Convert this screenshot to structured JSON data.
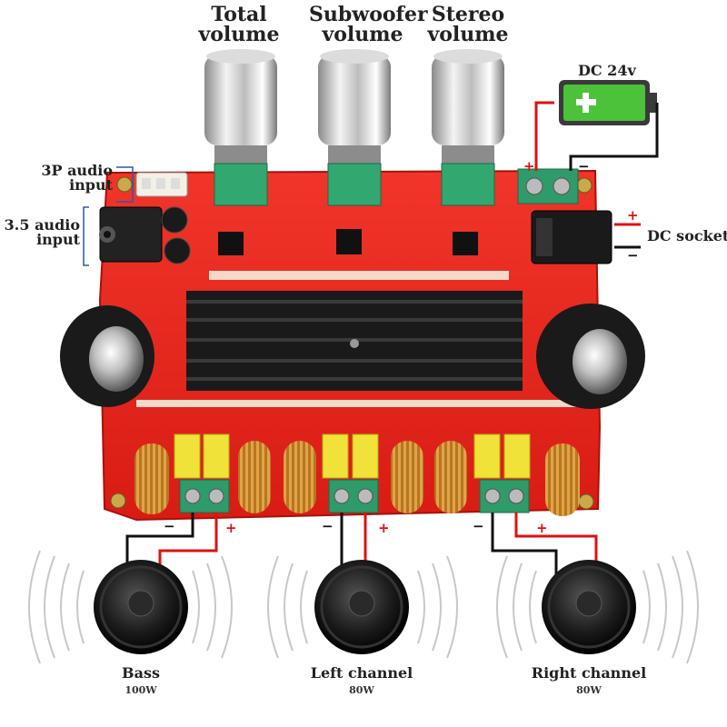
{
  "knobs": {
    "total": {
      "line1": "Total",
      "line2": "volume"
    },
    "subwoofer": {
      "line1": "Subwoofer",
      "line2": "volume"
    },
    "stereo": {
      "line1": "Stereo",
      "line2": "volume"
    }
  },
  "inputs": {
    "three_p": {
      "line1": "3P audio",
      "line2": "input"
    },
    "jack": {
      "line1": "3.5 audio",
      "line2": "input"
    }
  },
  "power": {
    "battery": "DC 24v",
    "socket": "DC socket"
  },
  "speakers": [
    {
      "name": "Bass",
      "watt": "100W"
    },
    {
      "name": "Left channel",
      "watt": "80W"
    },
    {
      "name": "Right channel",
      "watt": "80W"
    }
  ],
  "polarity": {
    "plus": "+",
    "minus": "−"
  },
  "colors": {
    "board": "#e8231a",
    "heatsink": "#1a1a1a",
    "terminal_green": "#2f9a6a",
    "capacitor_yellow": "#f1e23a",
    "coil": "#c9892a",
    "battery_green": "#4cc23a",
    "wire_red": "#e01010",
    "wire_black": "#111111"
  }
}
